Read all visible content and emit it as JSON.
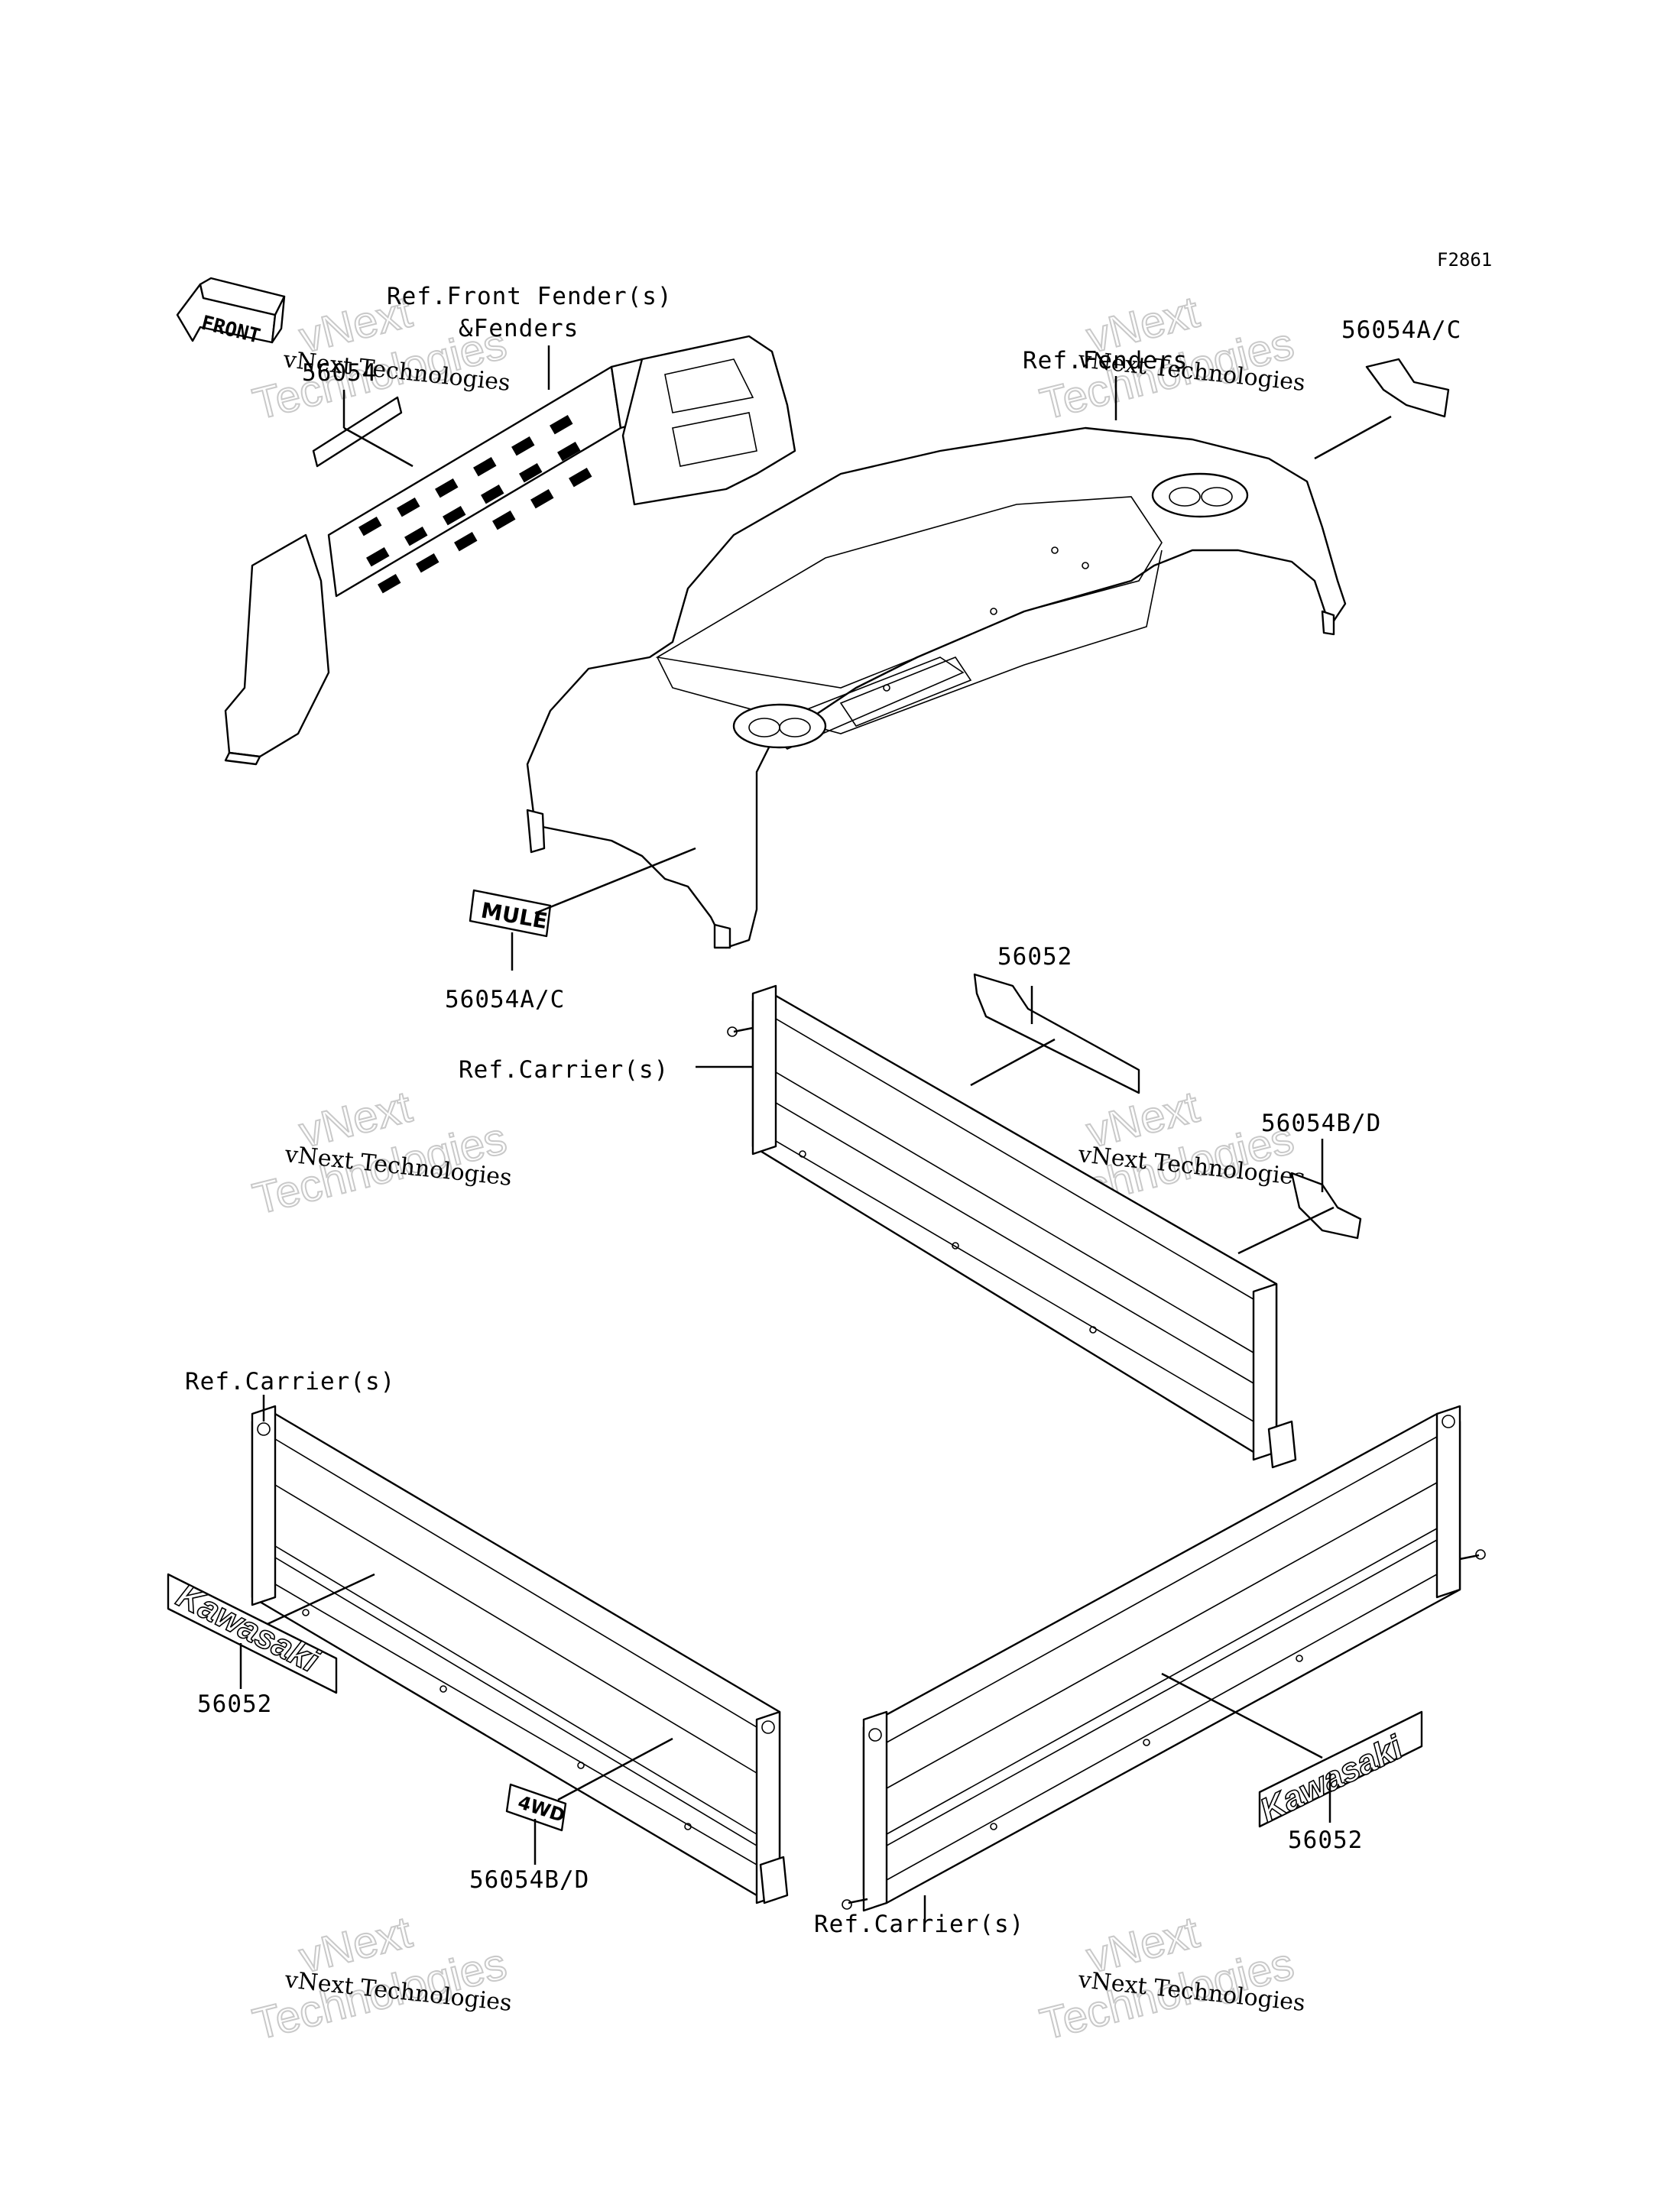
{
  "diagram": {
    "figure_code": "F2861",
    "front_arrow_text": "FRONT",
    "labels": {
      "ref_front_fender_line1": "Ref.Front Fender(s)",
      "ref_front_fender_line2": "&Fenders",
      "ref_fenders": "Ref.Fenders",
      "ref_carrier_mid": "Ref.Carrier(s)",
      "ref_carrier_left": "Ref.Carrier(s)",
      "ref_carrier_right": "Ref.Carrier(s)"
    },
    "part_numbers": {
      "p56054_front": "56054",
      "p56054ac_top_right": "56054A/C",
      "p56054ac_mule": "56054A/C",
      "p56052_mid": "56052",
      "p56054bd_mid": "56054B/D",
      "p56052_left": "56052",
      "p56054bd_left": "56054B/D",
      "p56052_right": "56052"
    },
    "decals": {
      "kawasaki": "Kawasaki",
      "mule": "MULE",
      "fourwd": "4WD"
    },
    "watermark": {
      "line1": "vNext Technologies",
      "line2": "vNext",
      "line3": "Technologies"
    }
  }
}
